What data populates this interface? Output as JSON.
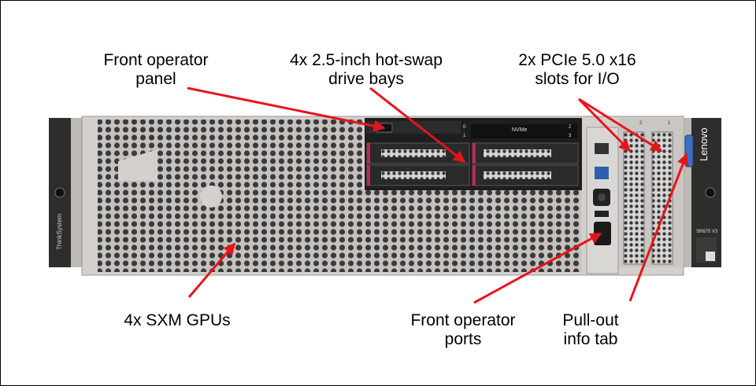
{
  "callouts": {
    "front_operator_panel": [
      "Front operator",
      "panel"
    ],
    "drive_bays": [
      "4x 2.5-inch hot-swap",
      "drive bays"
    ],
    "pcie_slots": [
      "2x PCIe 5.0 x16",
      "slots for I/O"
    ],
    "sxm_gpus": [
      "4x SXM GPUs"
    ],
    "front_ports": [
      "Front operator",
      "ports"
    ],
    "info_tab": [
      "Pull-out",
      "info tab"
    ]
  },
  "server": {
    "brand": "Lenovo",
    "rack_ear_text": "ThinkSystem",
    "model": "SR675 V3",
    "drive_bay_label": "NVMe",
    "bay_numbers": [
      "0",
      "1",
      "2",
      "3"
    ],
    "slot_numbers": [
      "2",
      "1"
    ]
  },
  "colors": {
    "arrow": "#e8141c",
    "chassis": "#c9c6c3",
    "rack_ear": "#2d2d2d",
    "drive_accent": "#c0265a"
  }
}
